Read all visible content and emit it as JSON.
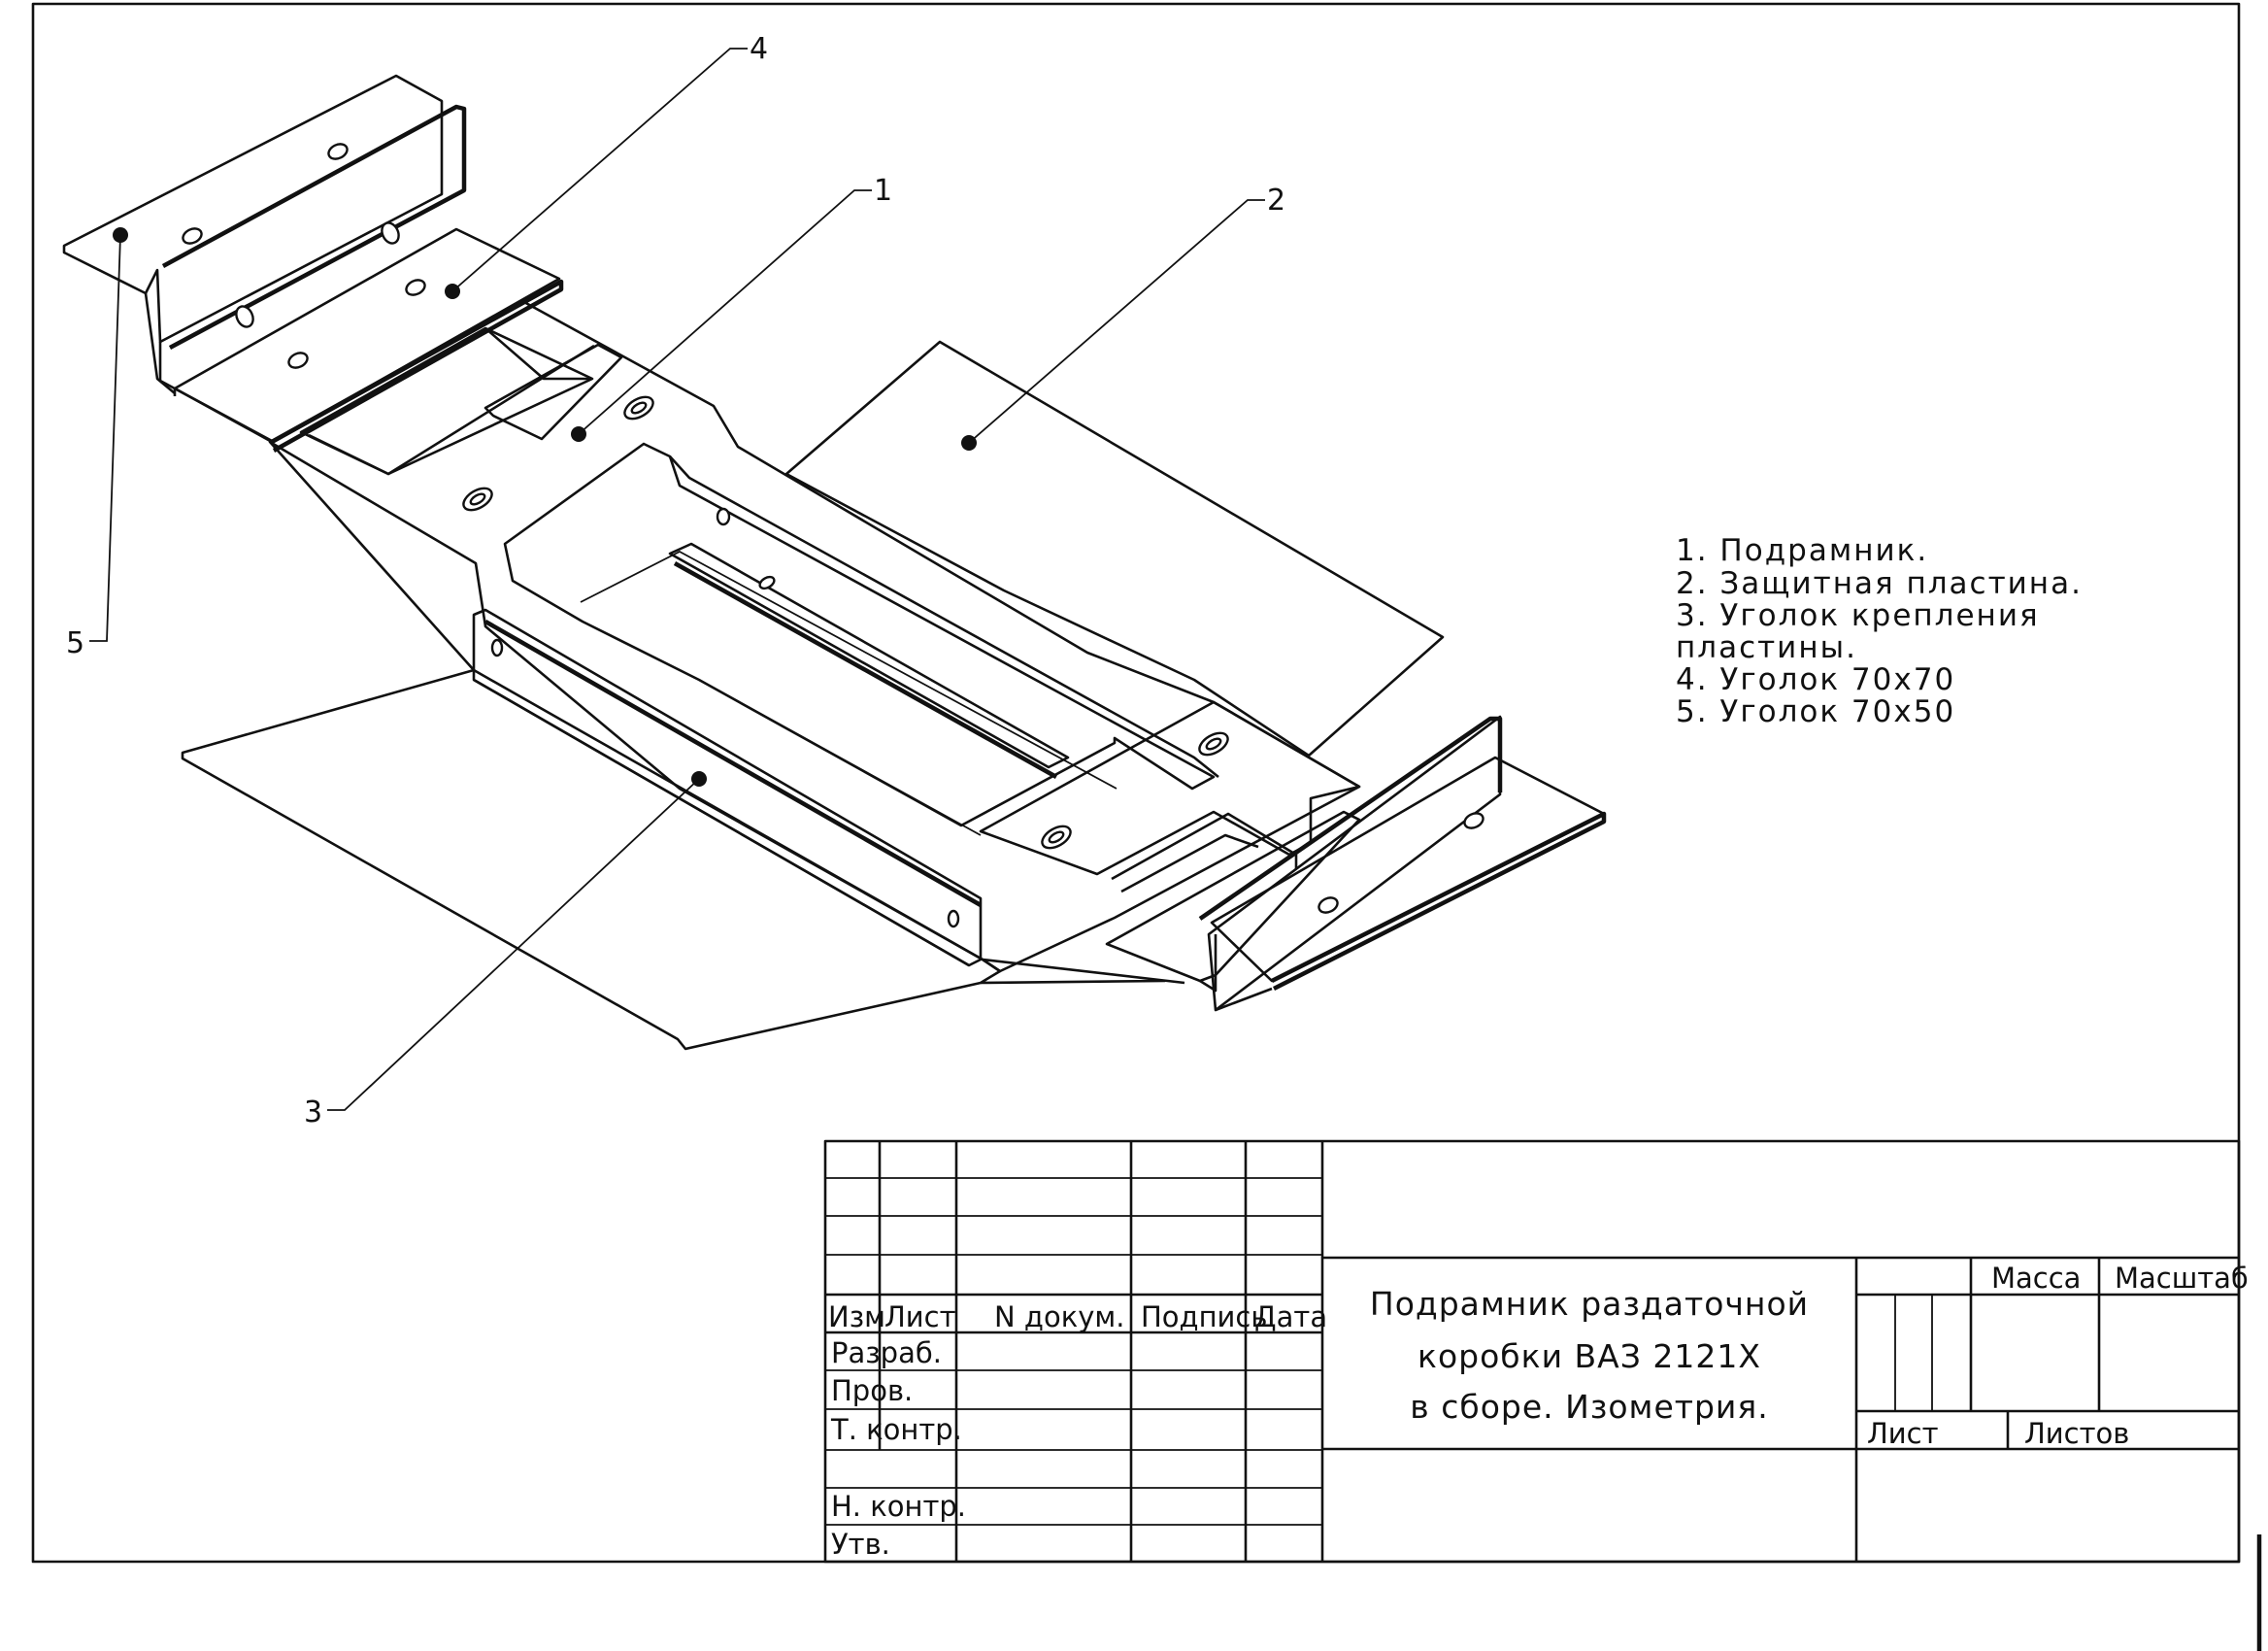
{
  "callouts": [
    "1",
    "2",
    "3",
    "4",
    "5"
  ],
  "legend": [
    "1. Подрамник.",
    "2. Защитная пластина.",
    "3. Уголок крепления",
    "пластины.",
    "4. Уголок 70x70",
    "5. Уголок 70x50"
  ],
  "title_block": {
    "headers": {
      "izm": "Изм",
      "list": "Лист",
      "doc": "N докум.",
      "sign": "Подпись",
      "date": "Дата"
    },
    "roles": {
      "razrab": "Разраб.",
      "prov": "Пров.",
      "tkontr": "Т. контр.",
      "nkontr": "Н. контр.",
      "utv": "Утв."
    },
    "title_lines": [
      "Подрамник раздаточной",
      "коробки ВАЗ 2121Х",
      "в сборе. Изометрия."
    ],
    "massa": "Масса",
    "masshtab": "Масштаб",
    "list": "Лист",
    "listov": "Листов"
  }
}
